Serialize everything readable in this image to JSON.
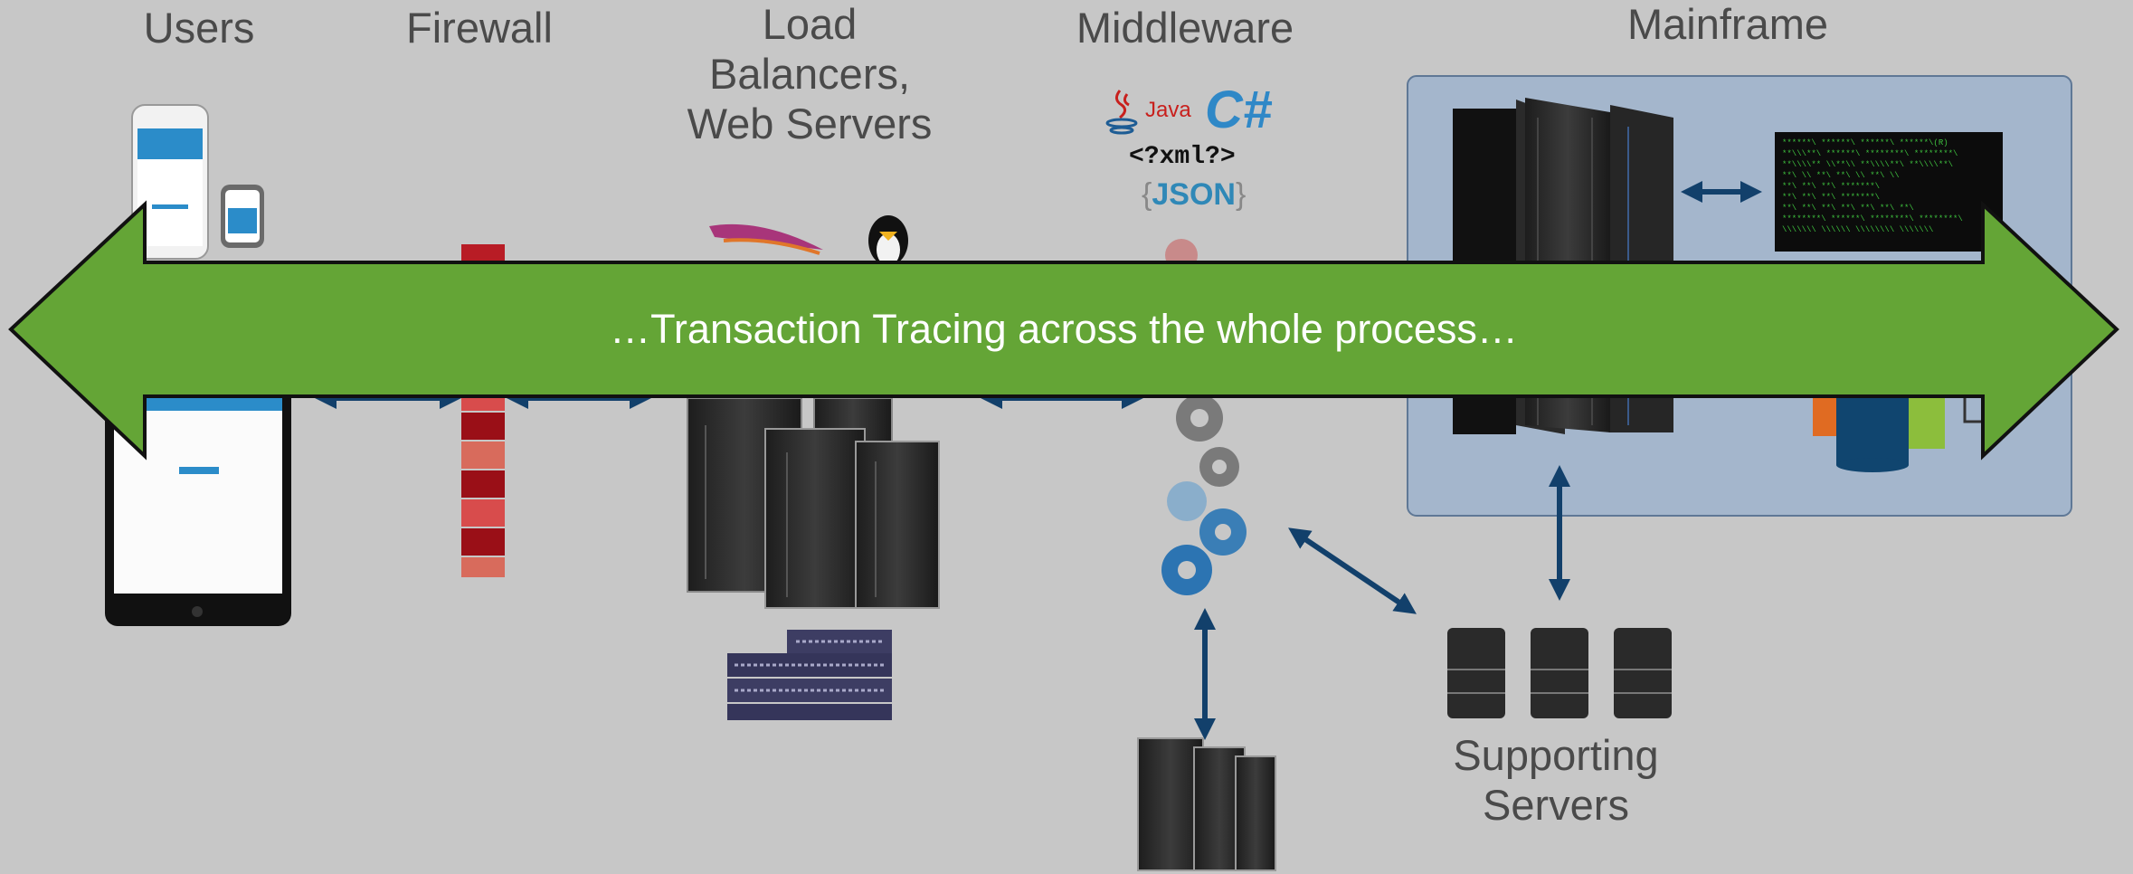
{
  "columns": {
    "users": "Users",
    "firewall": "Firewall",
    "load_balancers": "Load\nBalancers,\nWeb Servers",
    "middleware": "Middleware",
    "mainframe": "Mainframe",
    "supporting": "Supporting\nServers"
  },
  "middleware_tech": {
    "java": "Java",
    "csharp": "C#",
    "xml": "<?xml?>",
    "json": "JSON"
  },
  "banner": {
    "text": "…Transaction Tracing across the whole process…",
    "color": "#64a536"
  },
  "colors": {
    "arrow": "#12406b",
    "mainframe_panel": "#a4b6cc",
    "firewall_dark": "#9a0f17",
    "firewall_light": "#d86b5c"
  }
}
